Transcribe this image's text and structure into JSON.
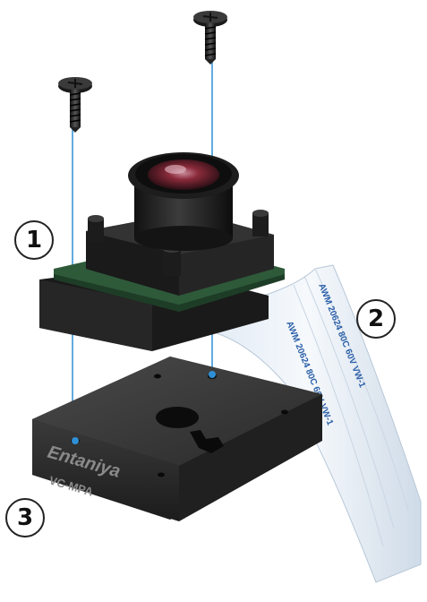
{
  "callouts": {
    "one": "1",
    "two": "2",
    "three": "3"
  },
  "mount": {
    "brand": "Entaniya",
    "model": "VC-MPA"
  },
  "ribbon": {
    "line_a": "AWM 20624 80C 60V VW-1",
    "line_b": "AWM 20624 80C 60V VW-1"
  },
  "colors": {
    "guide_line": "#2f8fd6",
    "body": "#2b2b2b",
    "pcb": "#2e5a3a",
    "lens_red": "#8a2a3a"
  }
}
